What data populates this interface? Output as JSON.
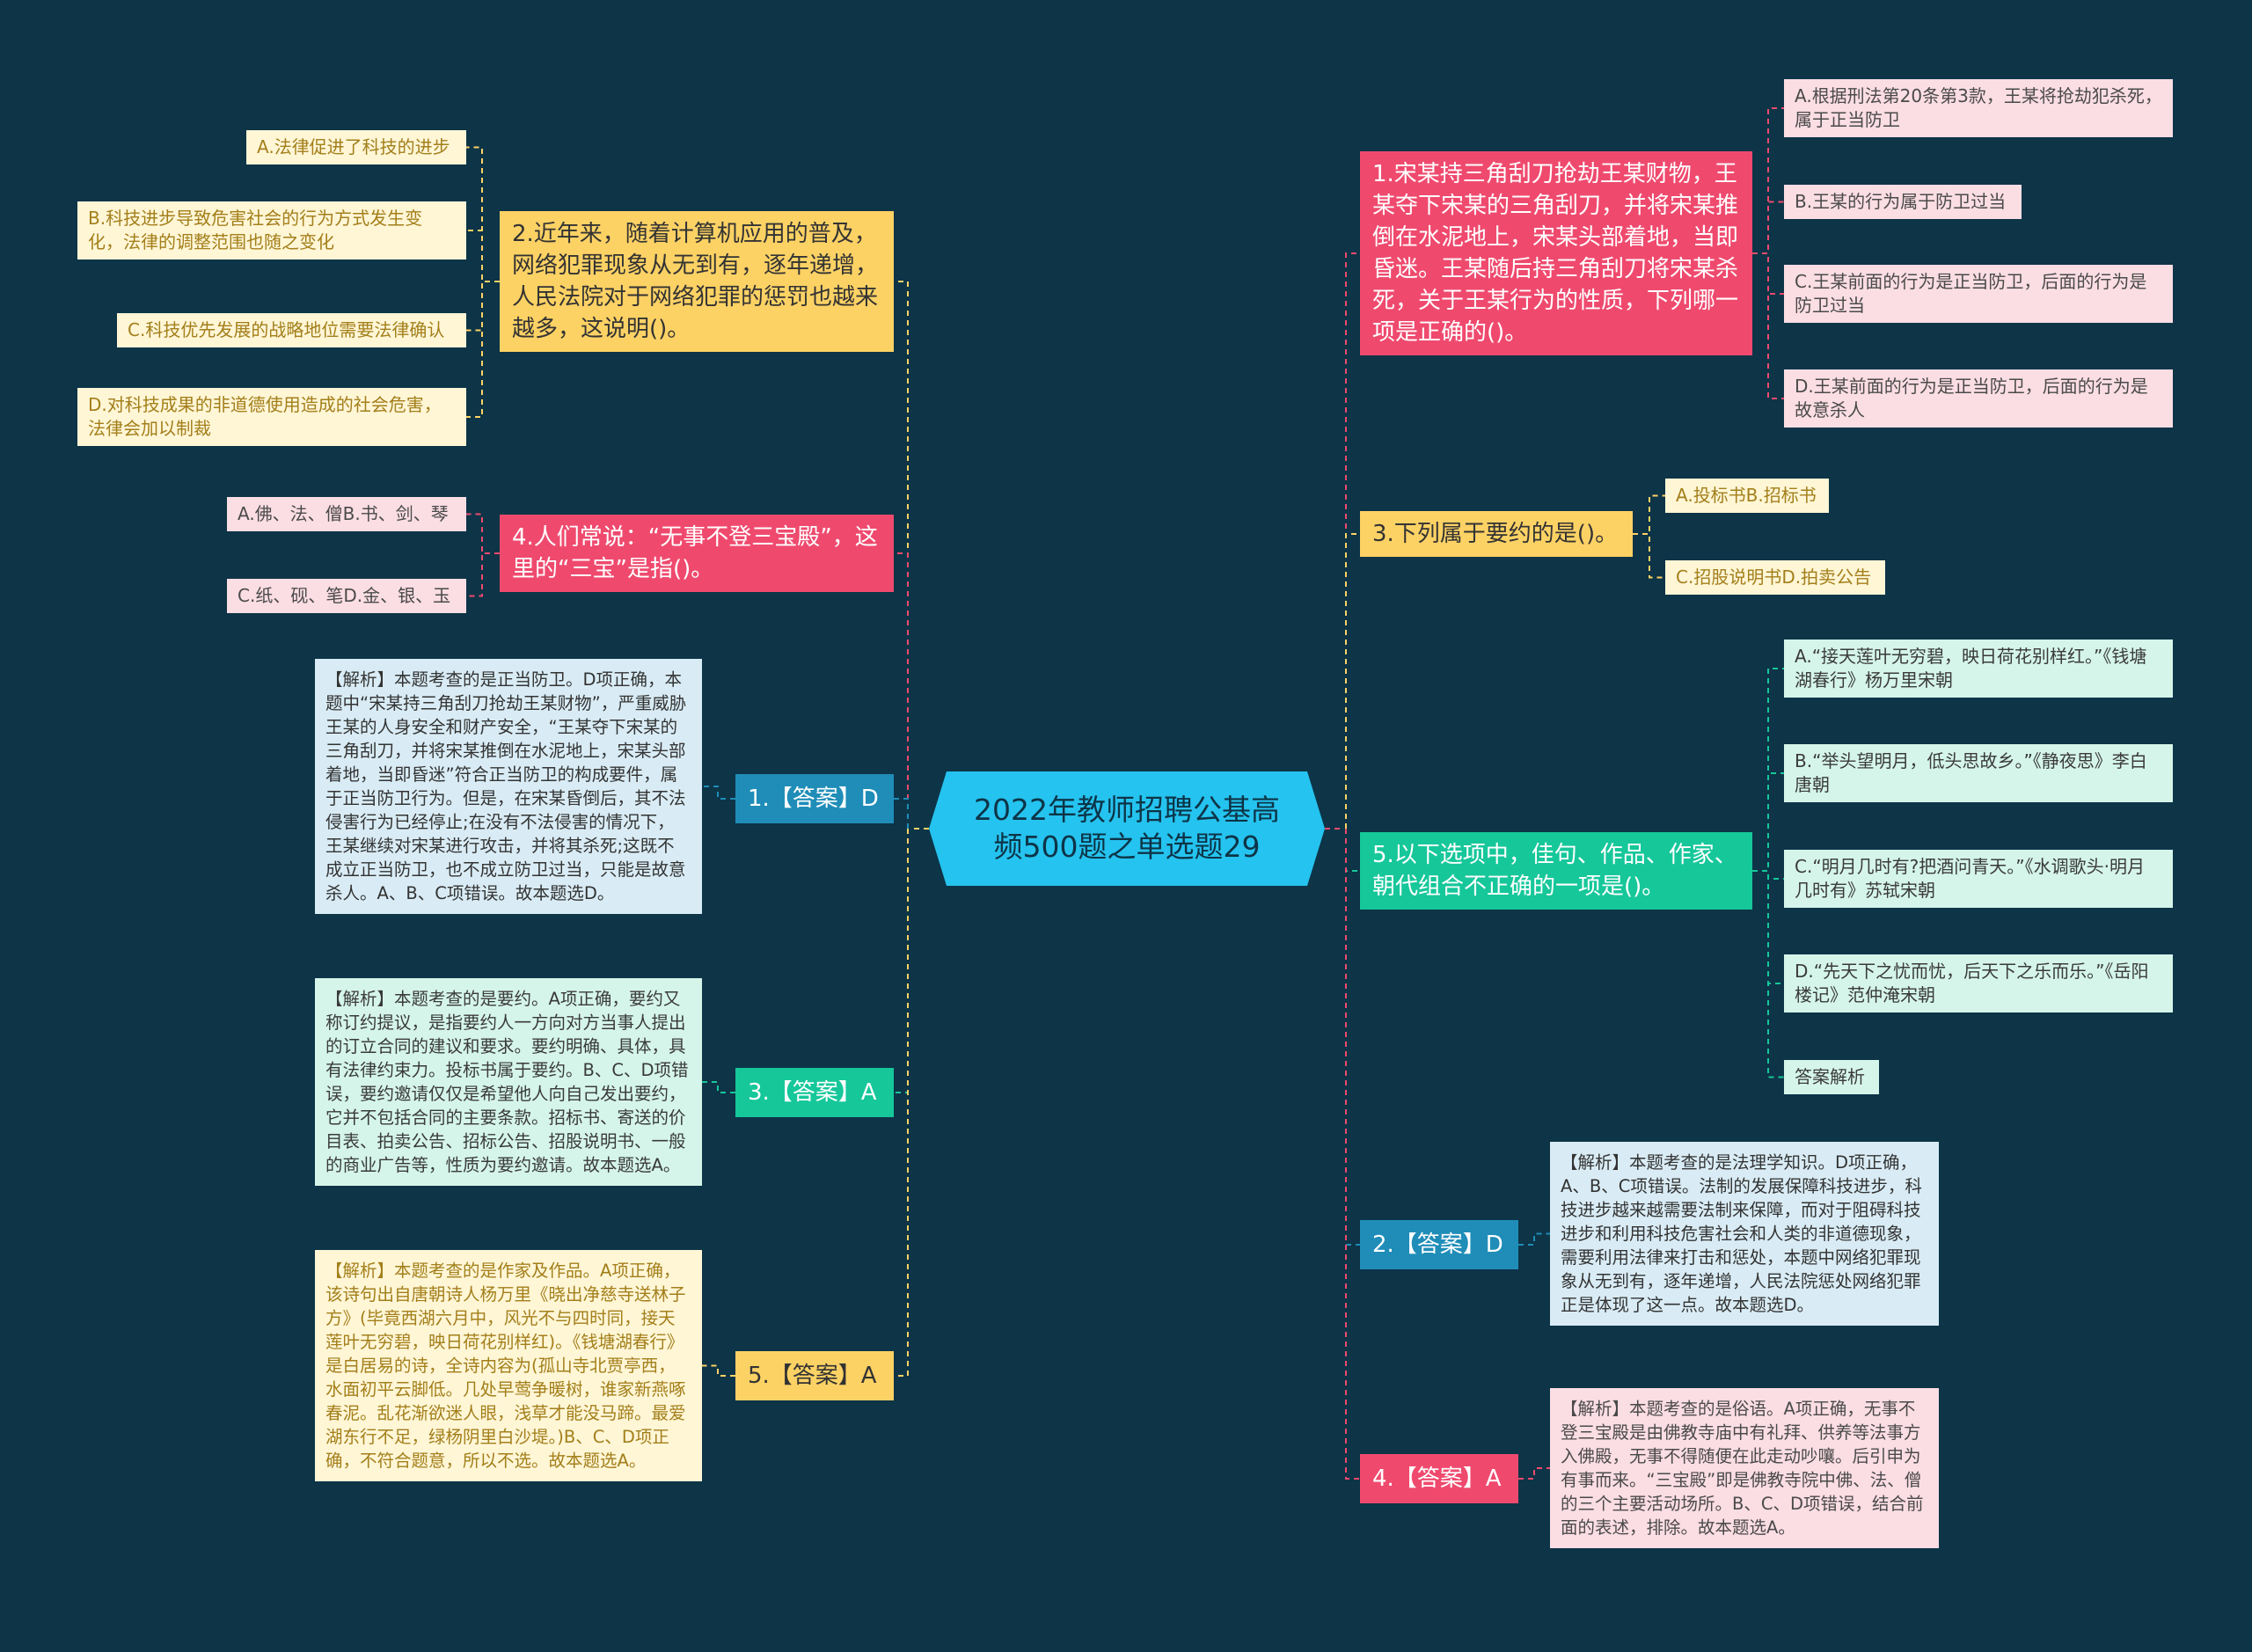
{
  "center": {
    "title": "2022年教师招聘公基高频500题之单选题29"
  },
  "left": {
    "q2": {
      "text": "2.近年来，随着计算机应用的普及，网络犯罪现象从无到有，逐年递增，人民法院对于网络犯罪的惩罚也越来越多，这说明()。",
      "options": [
        "A.法律促进了科技的进步",
        "B.科技进步导致危害社会的行为方式发生变化，法律的调整范围也随之变化",
        "C.科技优先发展的战略地位需要法律确认",
        "D.对科技成果的非道德使用造成的社会危害，法律会加以制裁"
      ]
    },
    "q4": {
      "text": "4.人们常说：“无事不登三宝殿”，这里的“三宝”是指()。",
      "options": [
        "A.佛、法、僧B.书、剑、琴",
        "C.纸、砚、笔D.金、银、玉"
      ]
    },
    "a1": {
      "label": "1.【答案】D",
      "explanation": "【解析】本题考查的是正当防卫。D项正确，本题中“宋某持三角刮刀抢劫王某财物”，严重威胁王某的人身安全和财产安全，“王某夺下宋某的三角刮刀，并将宋某推倒在水泥地上，宋某头部着地，当即昏迷”符合正当防卫的构成要件，属于正当防卫行为。但是，在宋某昏倒后，其不法侵害行为已经停止;在没有不法侵害的情况下，王某继续对宋某进行攻击，并将其杀死;这既不成立正当防卫，也不成立防卫过当，只能是故意杀人。A、B、C项错误。故本题选D。"
    },
    "a3": {
      "label": "3.【答案】A",
      "explanation": "【解析】本题考查的是要约。A项正确，要约又称订约提议，是指要约人一方向对方当事人提出的订立合同的建议和要求。要约明确、具体，具有法律约束力。投标书属于要约。B、C、D项错误，要约邀请仅仅是希望他人向自己发出要约，它并不包括合同的主要条款。招标书、寄送的价目表、拍卖公告、招标公告、招股说明书、一般的商业广告等，性质为要约邀请。故本题选A。"
    },
    "a5": {
      "label": "5.【答案】A",
      "explanation": "【解析】本题考查的是作家及作品。A项正确，该诗句出自唐朝诗人杨万里《晓出净慈寺送林子方》(毕竟西湖六月中，风光不与四时同，接天莲叶无穷碧，映日荷花别样红)。《钱塘湖春行》是白居易的诗，全诗内容为(孤山寺北贾亭西，水面初平云脚低。几处早莺争暖树，谁家新燕啄春泥。乱花渐欲迷人眼，浅草才能没马蹄。最爱湖东行不足，绿杨阴里白沙堤。)B、C、D项正确，不符合题意，所以不选。故本题选A。"
    }
  },
  "right": {
    "q1": {
      "text": "1.宋某持三角刮刀抢劫王某财物，王某夺下宋某的三角刮刀，并将宋某推倒在水泥地上，宋某头部着地，当即昏迷。王某随后持三角刮刀将宋某杀死，关于王某行为的性质，下列哪一项是正确的()。",
      "options": [
        "A.根据刑法第20条第3款，王某将抢劫犯杀死，属于正当防卫",
        "B.王某的行为属于防卫过当",
        "C.王某前面的行为是正当防卫，后面的行为是防卫过当",
        "D.王某前面的行为是正当防卫，后面的行为是故意杀人"
      ]
    },
    "q3": {
      "text": "3.下列属于要约的是()。",
      "options": [
        "A.投标书B.招标书",
        "C.招股说明书D.拍卖公告"
      ]
    },
    "q5": {
      "text": "5.以下选项中，佳句、作品、作家、朝代组合不正确的一项是()。",
      "options": [
        "A.“接天莲叶无穷碧，映日荷花别样红。”《钱塘湖春行》杨万里宋朝",
        "B.“举头望明月，低头思故乡。”《静夜思》李白唐朝",
        "C.“明月几时有?把酒问青天。”《水调歌头·明月几时有》苏轼宋朝",
        "D.“先天下之忧而忧，后天下之乐而乐。”《岳阳楼记》范仲淹宋朝",
        "答案解析"
      ]
    },
    "a2": {
      "label": "2.【答案】D",
      "explanation": "【解析】本题考查的是法理学知识。D项正确，A、B、C项错误。法制的发展保障科技进步，科技进步越来越需要法制来保障，而对于阻碍科技进步和利用科技危害社会和人类的非道德现象，需要利用法律来打击和惩处，本题中网络犯罪现象从无到有，逐年递增，人民法院惩处网络犯罪正是体现了这一点。故本题选D。"
    },
    "a4": {
      "label": "4.【答案】A",
      "explanation": "【解析】本题考查的是俗语。A项正确，无事不登三宝殿是由佛教寺庙中有礼拜、供养等法事方入佛殿，无事不得随便在此走动吵嚷。后引申为有事而来。“三宝殿”即是佛教寺院中佛、法、僧的三个主要活动场所。B、C、D项错误，结合前面的表述，排除。故本题选A。"
    }
  },
  "colors": {
    "background": "#0d3447",
    "center": "#25c3ef",
    "yellow": "#fdd265",
    "red": "#ef4a6e",
    "green": "#16c79a",
    "blue": "#1f8db8"
  }
}
